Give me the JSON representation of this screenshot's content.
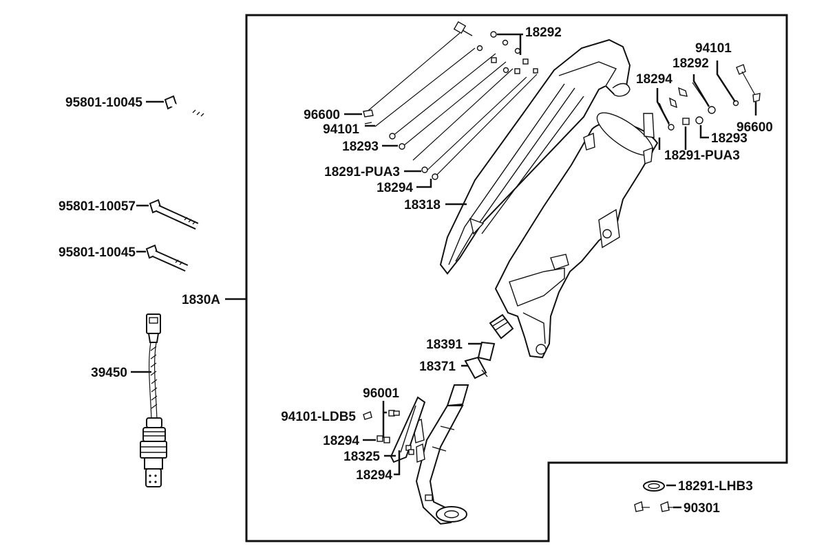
{
  "labels": {
    "l_95801_10045_a": "95801-10045",
    "l_95801_10057": "95801-10057",
    "l_95801_10045_b": "95801-10045",
    "l_1830A": "1830A",
    "l_39450": "39450",
    "l_18292_top": "18292",
    "l_96600_left": "96600",
    "l_94101_left": "94101",
    "l_18293_left": "18293",
    "l_18291_pua3_left": "18291-PUA3",
    "l_18294_left": "18294",
    "l_18318": "18318",
    "l_94101_right": "94101",
    "l_18292_right": "18292",
    "l_18294_right": "18294",
    "l_96600_right": "96600",
    "l_18293_right": "18293",
    "l_18291_pua3_right": "18291-PUA3",
    "l_18391": "18391",
    "l_18371": "18371",
    "l_96001": "96001",
    "l_94101_ldb5": "94101-LDB5",
    "l_18294_low_a": "18294",
    "l_18325": "18325",
    "l_18294_low_b": "18294",
    "l_18291_lhb3": "18291-LHB3",
    "l_90301": "90301"
  }
}
